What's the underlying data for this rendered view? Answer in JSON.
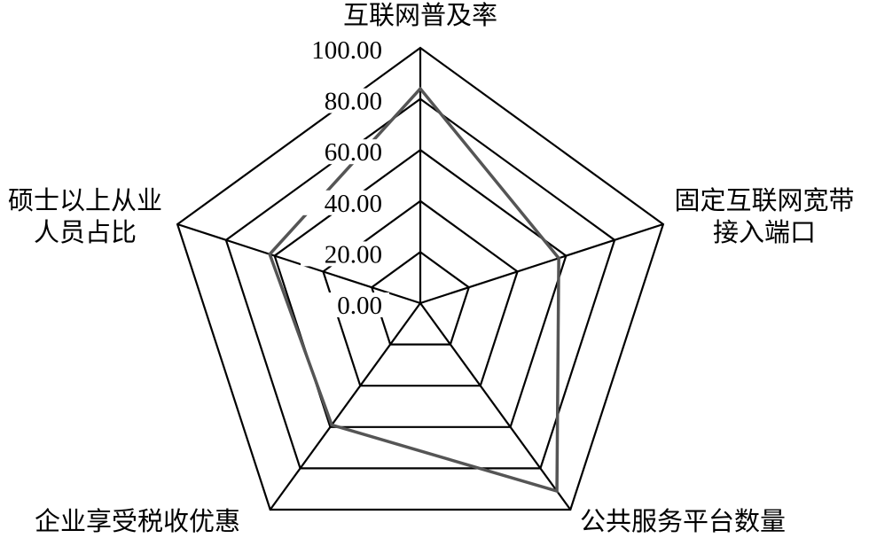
{
  "chart_data": {
    "type": "radar",
    "axes": [
      "互联网普及率",
      "固定互联网宽带\n接入端口",
      "公共服务平台数量",
      "企业享受税收优惠",
      "硕士以上从业\n人员占比"
    ],
    "rlim": [
      0,
      100
    ],
    "ticks": [
      "0.00",
      "20.00",
      "40.00",
      "60.00",
      "80.00",
      "100.00"
    ],
    "tick_values": [
      0,
      20,
      40,
      60,
      80,
      100
    ],
    "grid": true,
    "series": [
      {
        "values": [
          84,
          57,
          91,
          59,
          62
        ],
        "color": "#555555"
      }
    ]
  }
}
